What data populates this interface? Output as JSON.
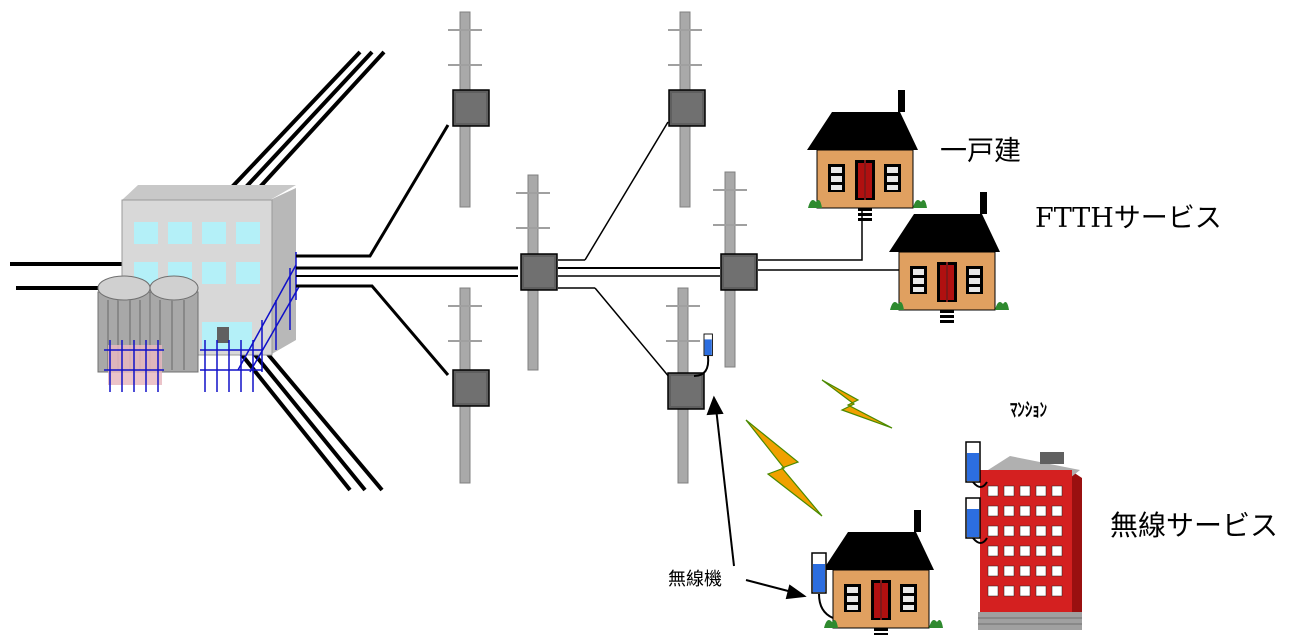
{
  "labels": {
    "detached_house": "一戸建",
    "ftth_service": "FTTHサービス",
    "mansion": "ﾏﾝｼｮﾝ",
    "wireless_service": "無線サービス",
    "wireless_device": "無線機"
  },
  "colors": {
    "pole": "#a9a9a9",
    "pole_edge": "#7f7f7f",
    "junction_box": "#5f5f5f",
    "cable": "#000000",
    "station_wall": "#d8d8d8",
    "station_window": "#b4f0f8",
    "fence": "#1010c8",
    "house_wall": "#e0a060",
    "house_roof": "#000000",
    "house_door": "#b01010",
    "bush": "#2f8a2f",
    "lightning": "#f0a000",
    "building": "#d42020",
    "wireless_unit": "#2c6ee0"
  }
}
